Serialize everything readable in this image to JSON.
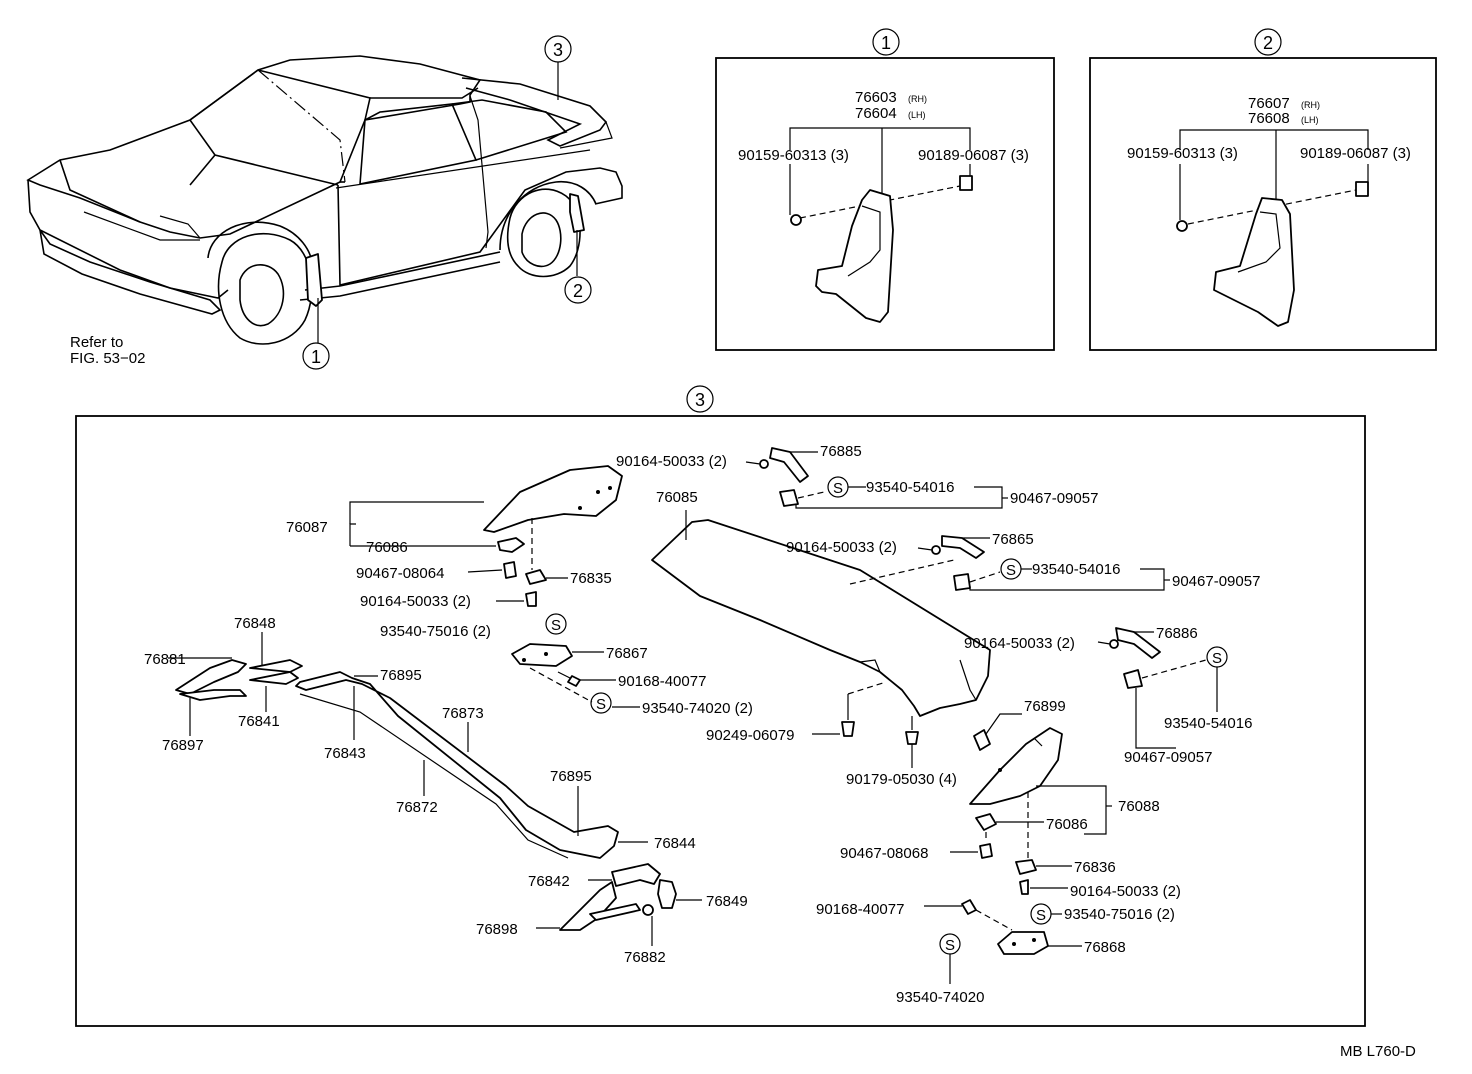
{
  "callouts": {
    "one": "1",
    "two": "2",
    "three": "3"
  },
  "refer": {
    "line1": "Refer to",
    "line2": "FIG. 53−02"
  },
  "s_mark": "S",
  "drawing_code": "MB L760-D",
  "box1": {
    "p1": "76603",
    "p1_sub": "(RH)",
    "p2": "76604",
    "p2_sub": "(LH)",
    "left": "90159-60313 (3)",
    "right": "90189-06087 (3)"
  },
  "box2": {
    "p1": "76607",
    "p1_sub": "(RH)",
    "p2": "76608",
    "p2_sub": "(LH)",
    "left": "90159-60313 (3)",
    "right": "90189-06087 (3)"
  },
  "box3": {
    "l1": "90164-50033 (2)",
    "l2": "76885",
    "l3": "93540-54016",
    "l4": "90467-09057",
    "l5": "76087",
    "l6": "76086",
    "l7": "76085",
    "l8": "90467-08064",
    "l9": "76835",
    "l10": "90164-50033 (2)",
    "l11": "90164-50033 (2)",
    "l12": "76865",
    "l13": "93540-54016",
    "l14": "90467-09057",
    "l15": "93540-75016 (2)",
    "l16": "76848",
    "l17": "76881",
    "l18": "76867",
    "l19": "90168-40077",
    "l20": "76895",
    "l21": "93540-74020 (2)",
    "l22": "76841",
    "l23": "76897",
    "l24": "76873",
    "l25": "76843",
    "l26": "90164-50033 (2)",
    "l27": "76886",
    "l28": "93540-54016",
    "l29": "90467-09057",
    "l30": "76899",
    "l31": "90249-06079",
    "l32": "90179-05030 (4)",
    "l33": "76872",
    "l34": "76895",
    "l35": "76088",
    "l36": "76086",
    "l37": "76844",
    "l38": "90467-08068",
    "l39": "76836",
    "l40": "76842",
    "l41": "90164-50033 (2)",
    "l42": "76849",
    "l43": "90168-40077",
    "l44": "93540-75016 (2)",
    "l45": "76898",
    "l46": "76868",
    "l47": "76882",
    "l48": "93540-74020"
  }
}
